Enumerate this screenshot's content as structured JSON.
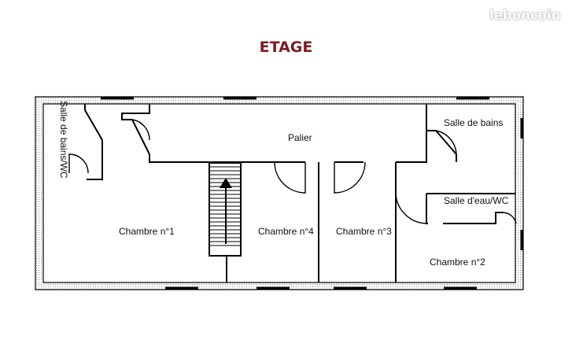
{
  "watermark": "leboncoin",
  "title": "ETAGE",
  "rooms": {
    "salle_de_bains_wc": "Salle de bains/WC",
    "palier": "Palier",
    "salle_de_bains": "Salle de bains",
    "salle_eau_wc": "Salle d'eau/WC",
    "chambre_1": "Chambre n°1",
    "chambre_4": "Chambre n°4",
    "chambre_3": "Chambre n°3",
    "chambre_2": "Chambre n°2"
  },
  "colors": {
    "title": "#7b1c22",
    "wall": "#000000",
    "wall_hatch": "#bdbdbd",
    "window": "#000000"
  }
}
